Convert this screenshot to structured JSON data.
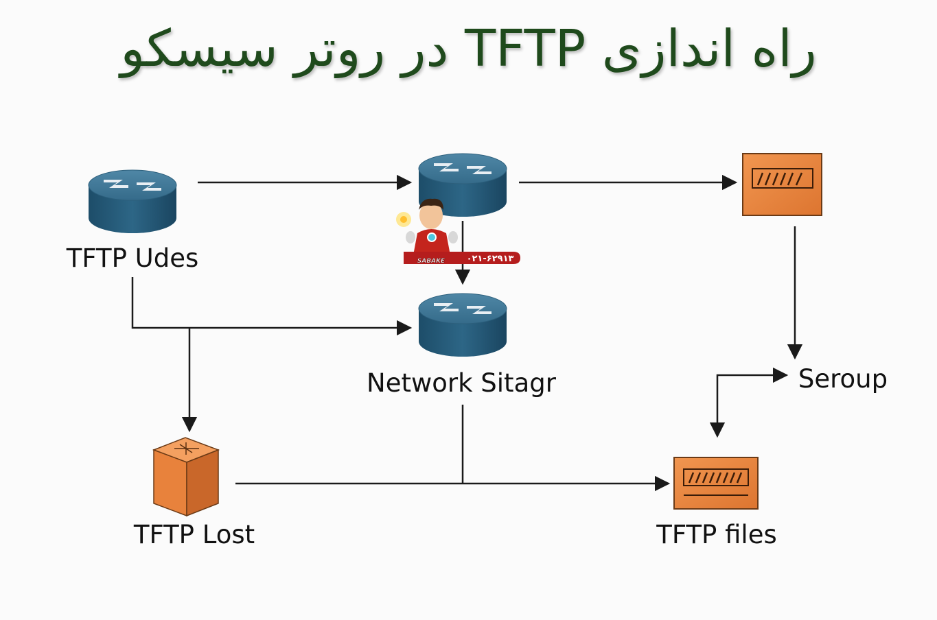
{
  "title": "راه اندازی TFTP در روتر سیسکو",
  "colors": {
    "router_top": "#3e7594",
    "router_side": "#245a78",
    "orange_face": "#e8823c",
    "orange_dark": "#b85a1c",
    "line": "#1a1a1a",
    "title": "#1f4a1c",
    "watermark_red": "#b51d1d"
  },
  "nodes": {
    "tftp_udes": {
      "label": "TFTP Udes",
      "icon": "router-icon"
    },
    "network_top": {
      "label": "",
      "icon": "router-icon"
    },
    "network_sitagr": {
      "label": "Network Sitagr",
      "icon": "router-icon"
    },
    "device_top_right": {
      "label": "",
      "icon": "server-icon"
    },
    "seroup": {
      "label": "Seroup"
    },
    "tftp_lost": {
      "label": "TFTP Lost",
      "icon": "box-icon"
    },
    "tftp_files": {
      "label": "TFTP files",
      "icon": "server-icon"
    }
  },
  "watermark": {
    "phone": "۰۲۱-۶۲۹۱۳",
    "logo_text": "SABAKE",
    "icon": "mascot-icon"
  }
}
